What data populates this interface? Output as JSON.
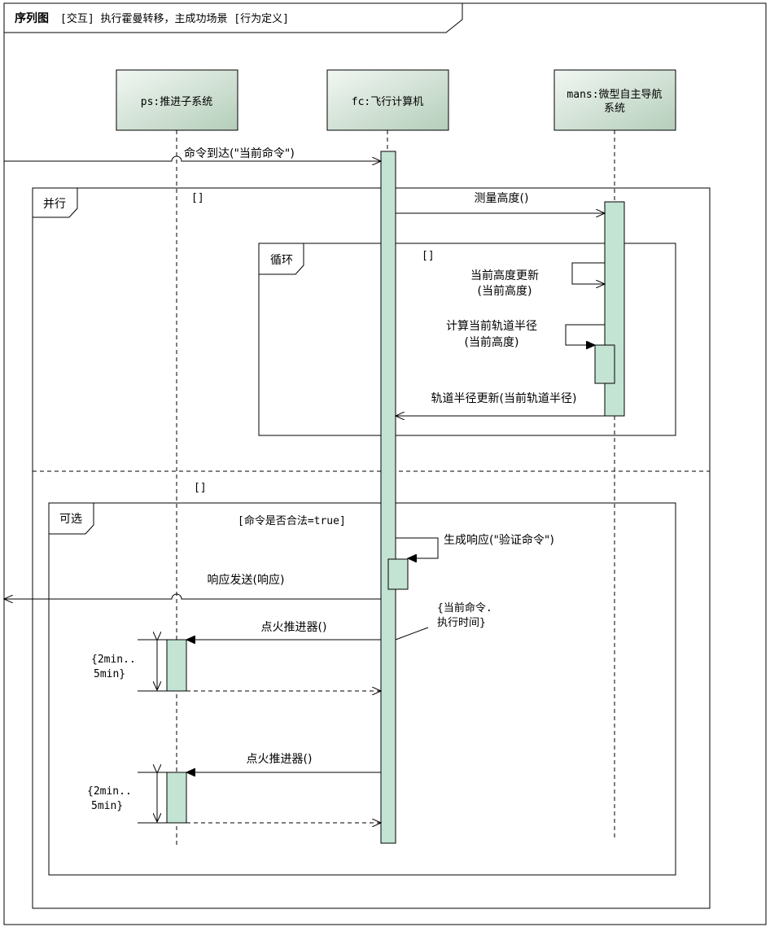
{
  "frame": {
    "title_kind": "序列图",
    "title_text": "[交互] 执行霍曼转移，主成功场景 [行为定义]"
  },
  "lifelines": {
    "ps": "ps:推进子系统",
    "fc": "fc:飞行计算机",
    "mans_line1": "mans:微型自主导航",
    "mans_line2": "系统"
  },
  "messages": {
    "m1": "命令到达(\"当前命令\")",
    "m2": "测量高度()",
    "m3_line1": "当前高度更新",
    "m3_line2": "(当前高度)",
    "m4_line1": "计算当前轨道半径",
    "m4_line2": "(当前高度)",
    "m5": "轨道半径更新(当前轨道半径)",
    "m6": "生成响应(\"验证命令\")",
    "m7": "响应发送(响应)",
    "m8": "点火推进器()",
    "m9": "点火推进器()"
  },
  "fragments": {
    "par_label": "并行",
    "par_guard1": "[]",
    "par_guard2": "[]",
    "loop_label": "循环",
    "loop_guard": "[]",
    "opt_label": "可选",
    "opt_guard": "[命令是否合法=true]"
  },
  "constraints": {
    "time_line1": "{当前命令.",
    "time_line2": "执行时间}",
    "dur1_line1": "{2min..",
    "dur1_line2": "5min}",
    "dur2_line1": "{2min..",
    "dur2_line2": "5min}"
  },
  "colors": {
    "activation_fill": "#c3e3d3",
    "header_top": "#f2f7f3",
    "header_bottom": "#b4ceba",
    "line": "#000000"
  }
}
